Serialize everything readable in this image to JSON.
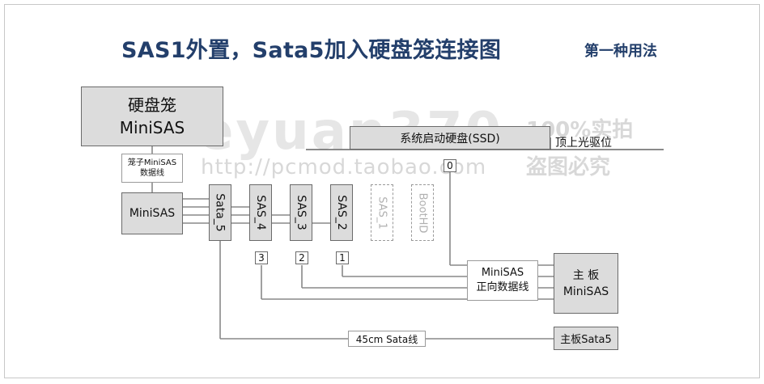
{
  "title": "SAS1外置，Sata5加入硬盘笼连接图",
  "subtitle": "第一种用法",
  "watermarks": {
    "big": "eyuan370",
    "url": "http://pcmod.taobao.com",
    "right1": "100%实拍",
    "right2": "盗图必究"
  },
  "cage": {
    "line1": "硬盘笼",
    "line2": "MiniSAS"
  },
  "cage_cable": {
    "line1": "笼子MiniSAS",
    "line2": "数据线"
  },
  "minisas_left": "MiniSAS",
  "connectors": {
    "sata5": "Sata_5",
    "sas4": "SAS_4",
    "sas3": "SAS_3",
    "sas2": "SAS_2",
    "sas1": "SAS_1",
    "boothd": "BootHD"
  },
  "numbers": {
    "sas4": "3",
    "sas3": "2",
    "sas2": "1",
    "ssd": "0"
  },
  "ssd": "系统启动硬盘(SSD)",
  "top_drive": "顶上光驱位",
  "forward_cable": {
    "line1": "MiniSAS",
    "line2": "正向数据线"
  },
  "motherboard": {
    "line1": "主 板",
    "line2": "MiniSAS"
  },
  "mb_sata5": "主板Sata5",
  "sata_cable": "45cm Sata线",
  "colors": {
    "title": "#233f6b",
    "box_fill": "#dcdcdc",
    "wire": "#888888"
  }
}
